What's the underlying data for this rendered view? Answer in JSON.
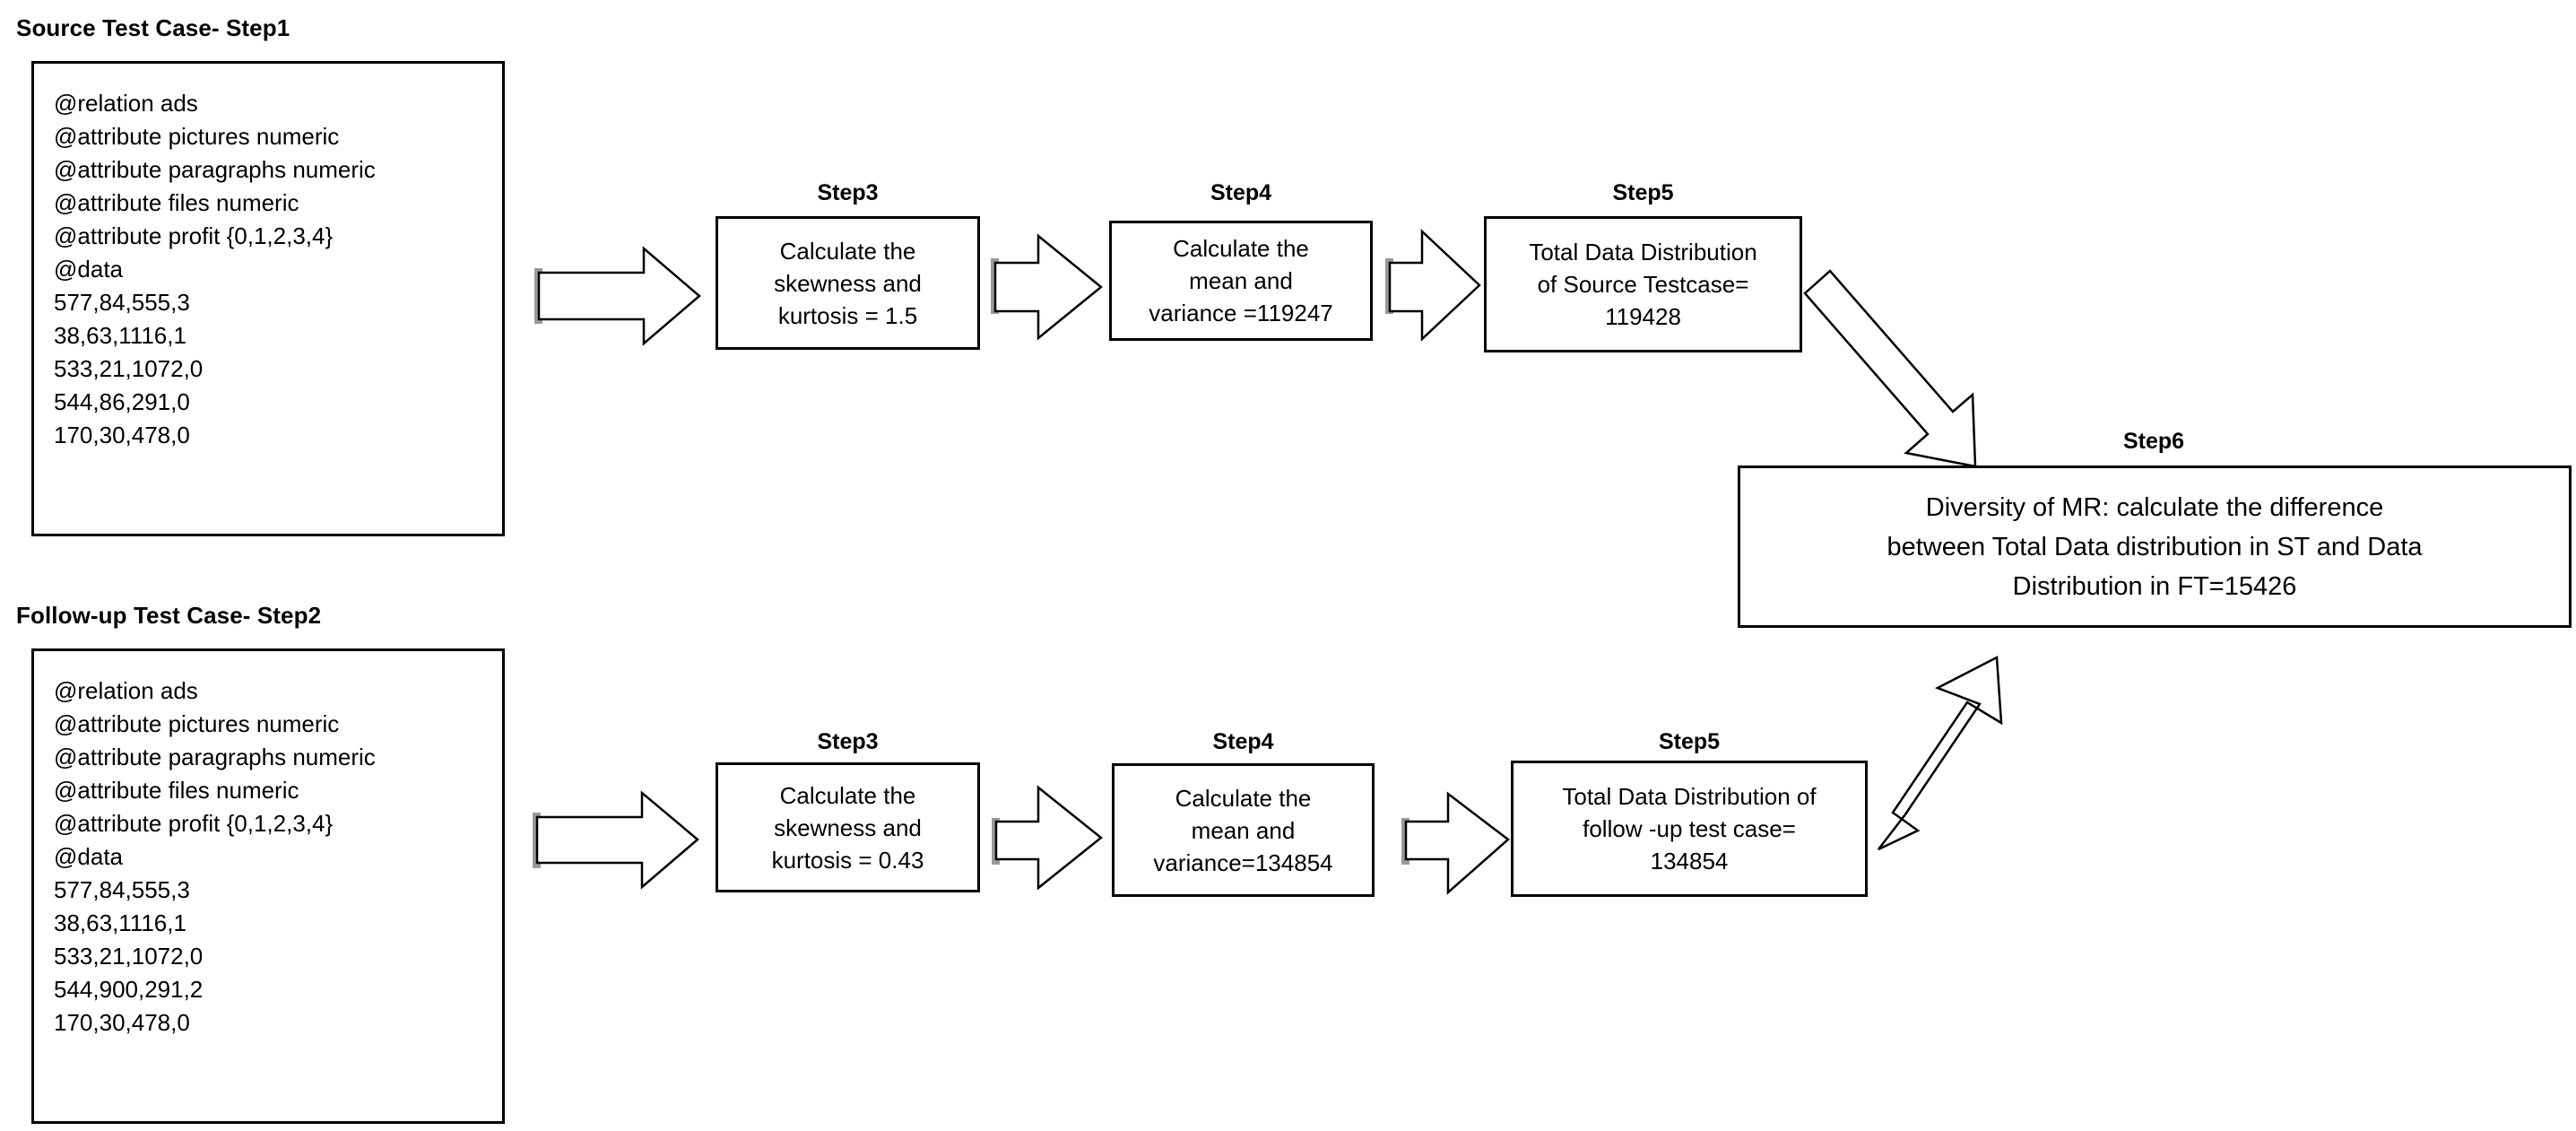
{
  "diagram": {
    "title_source": "Source Test Case- Step1",
    "title_followup": "Follow-up Test Case- Step2"
  },
  "source_test_case": {
    "caption": "Source Test Case- Step1",
    "lines": [
      "@relation ads",
      "@attribute pictures numeric",
      "@attribute paragraphs numeric",
      "@attribute files numeric",
      "@attribute profit {0,1,2,3,4}",
      "@data",
      "577,84,555,3",
      "38,63,1116,1",
      "533,21,1072,0",
      "544,86,291,0",
      "170,30,478,0"
    ]
  },
  "followup_test_case": {
    "caption": "Follow-up Test Case- Step2",
    "lines": [
      "@relation ads",
      "@attribute pictures numeric",
      "@attribute paragraphs numeric",
      "@attribute files numeric",
      "@attribute profit {0,1,2,3,4}",
      "@data",
      "577,84,555,3",
      "38,63,1116,1",
      "533,21,1072,0",
      "544,900,291,2",
      "170,30,478,0"
    ]
  },
  "top_row": {
    "step3": {
      "label": "Step3",
      "lines": [
        "Calculate the",
        "skewness and",
        "kurtosis = 1.5"
      ]
    },
    "step4": {
      "label": "Step4",
      "lines": [
        "Calculate the",
        "mean and",
        "variance =119247"
      ]
    },
    "step5": {
      "label": "Step5",
      "lines": [
        "Total Data Distribution",
        "of Source Testcase=",
        "119428"
      ]
    }
  },
  "bottom_row": {
    "step3": {
      "label": "Step3",
      "lines": [
        "Calculate the",
        "skewness and",
        "kurtosis = 0.43"
      ]
    },
    "step4": {
      "label": "Step4",
      "lines": [
        "Calculate the",
        "mean and",
        "variance=134854"
      ]
    },
    "step5": {
      "label": "Step5",
      "lines": [
        "Total Data Distribution of",
        "follow -up test case=",
        "134854"
      ]
    }
  },
  "step6": {
    "label": "Step6",
    "lines": [
      "Diversity of MR: calculate the difference",
      "between Total Data distribution in ST and Data",
      "Distribution in FT=15426"
    ]
  },
  "colors": {
    "stroke": "#000000",
    "fill": "#ffffff",
    "arrow_shadow": "#9a9a9a",
    "background": "#ffffff"
  }
}
